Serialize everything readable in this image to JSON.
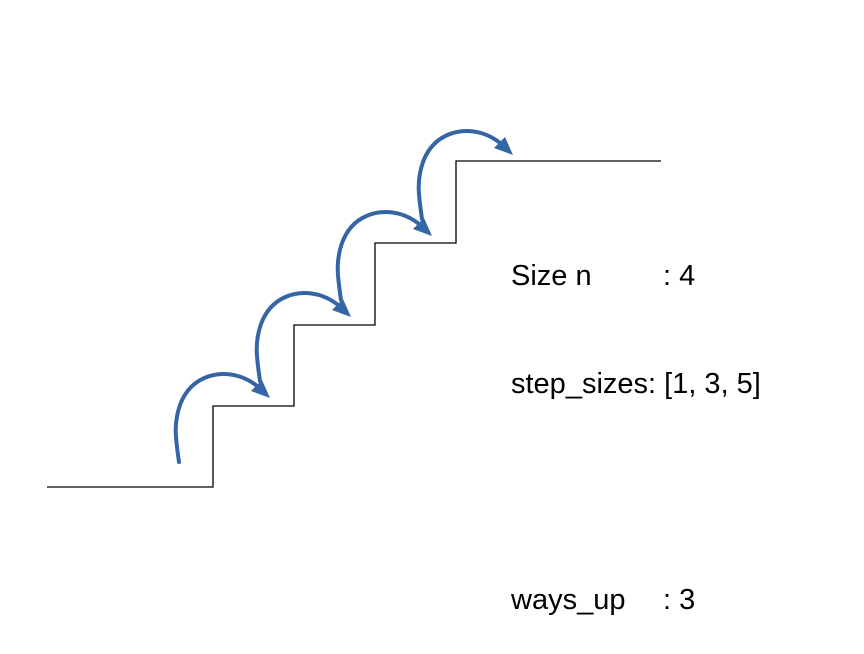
{
  "colors": {
    "stair_line": "#000000",
    "arrow": "#3465a4",
    "text": "#000000",
    "background": "#ffffff"
  },
  "staircase": {
    "steps": 4,
    "jumps": 4
  },
  "info": {
    "size_label": "Size n",
    "size_value": ": 4",
    "step_sizes_label": "step_sizes:",
    "step_sizes_value": " [1, 3, 5]",
    "ways_label": "ways_up",
    "ways_value": ": 3"
  }
}
